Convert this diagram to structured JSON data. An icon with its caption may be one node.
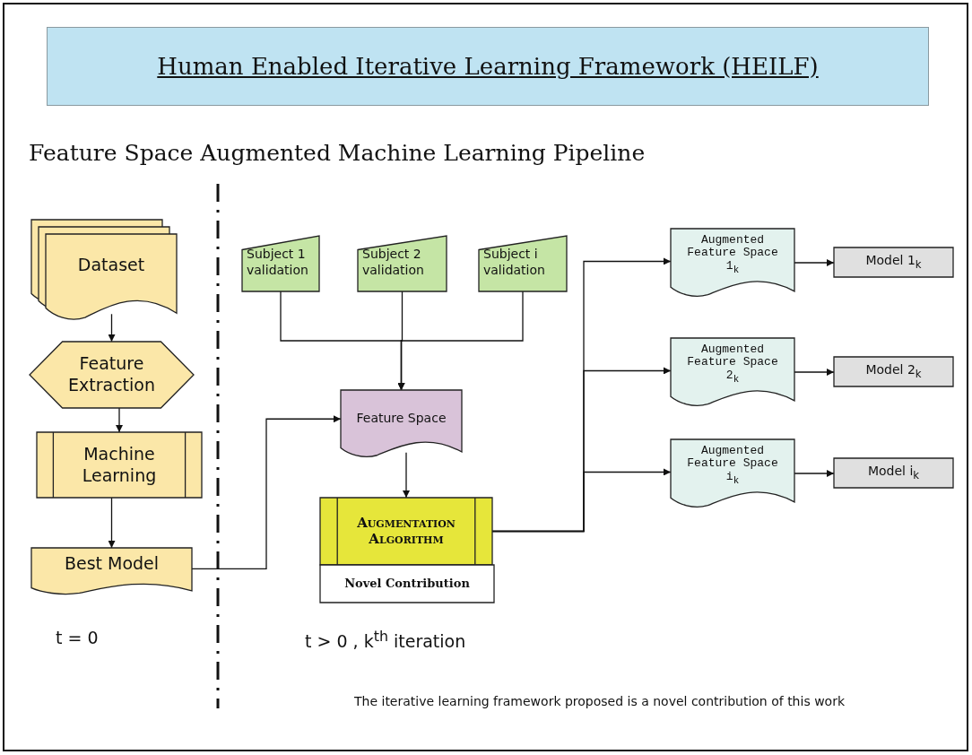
{
  "diagram": {
    "title": "Human Enabled Iterative Learning Framework (HEILF)",
    "nodes": [
      {
        "text": [
          "Dataset"
        ]
      },
      {
        "text": [
          "Feature Extraction"
        ]
      },
      {
        "text": [
          "Machine Learning"
        ]
      },
      {
        "text": [
          "Best Model"
        ]
      },
      {
        "text": [
          "Subject 1 validation"
        ]
      },
      {
        "text": [
          "Subject 2 validation"
        ]
      },
      {
        "text": [
          "Subject i validation"
        ]
      },
      {
        "text": [
          "Feature Space"
        ]
      },
      {
        "text": [
          "Augmentation Algorithm"
        ]
      },
      {
        "text": [
          "Novel Contribution"
        ]
      },
      {
        "text": [
          "Augmented Feature Space 1$_{k}$"
        ]
      },
      {
        "text": [
          "Augmented Feature Space 2$_{k}$"
        ]
      },
      {
        "text": [
          "Augmented Feature Space i$_{k}$"
        ]
      },
      {
        "text": [
          "Model 1$_{k}$"
        ]
      },
      {
        "text": [
          "Model 2$_{k}$"
        ]
      },
      {
        "text": [
          "Model i$_{k}$"
        ]
      }
    ],
    "edges": [
      {
        "from": 0,
        "to": 1,
        "arrow": "to"
      },
      {
        "from": 1,
        "to": 2,
        "arrow": "to"
      },
      {
        "from": 2,
        "to": 3,
        "arrow": "to"
      },
      {
        "from": 3,
        "to": 7,
        "arrow": "to"
      },
      {
        "from": 4,
        "to": 7,
        "arrow": "to"
      },
      {
        "from": 5,
        "to": 7,
        "arrow": "to"
      },
      {
        "from": 6,
        "to": 7,
        "arrow": "to"
      },
      {
        "from": 7,
        "to": 8,
        "arrow": "to"
      },
      {
        "from": 8,
        "to": 10,
        "arrow": "to"
      },
      {
        "from": 8,
        "to": 11,
        "arrow": "to"
      },
      {
        "from": 8,
        "to": 12,
        "arrow": "to"
      },
      {
        "from": 10,
        "to": 13,
        "arrow": "to"
      },
      {
        "from": 11,
        "to": 14,
        "arrow": "to"
      },
      {
        "from": 12,
        "to": 15,
        "arrow": "to"
      }
    ],
    "labels": [
      "Feature Space Augmented Machine Learning Pipeline",
      "t = 0",
      "t > 0 , k$^{th}$ iteration",
      "The iterative learning framework proposed is a novel contribution of this work"
    ]
  }
}
